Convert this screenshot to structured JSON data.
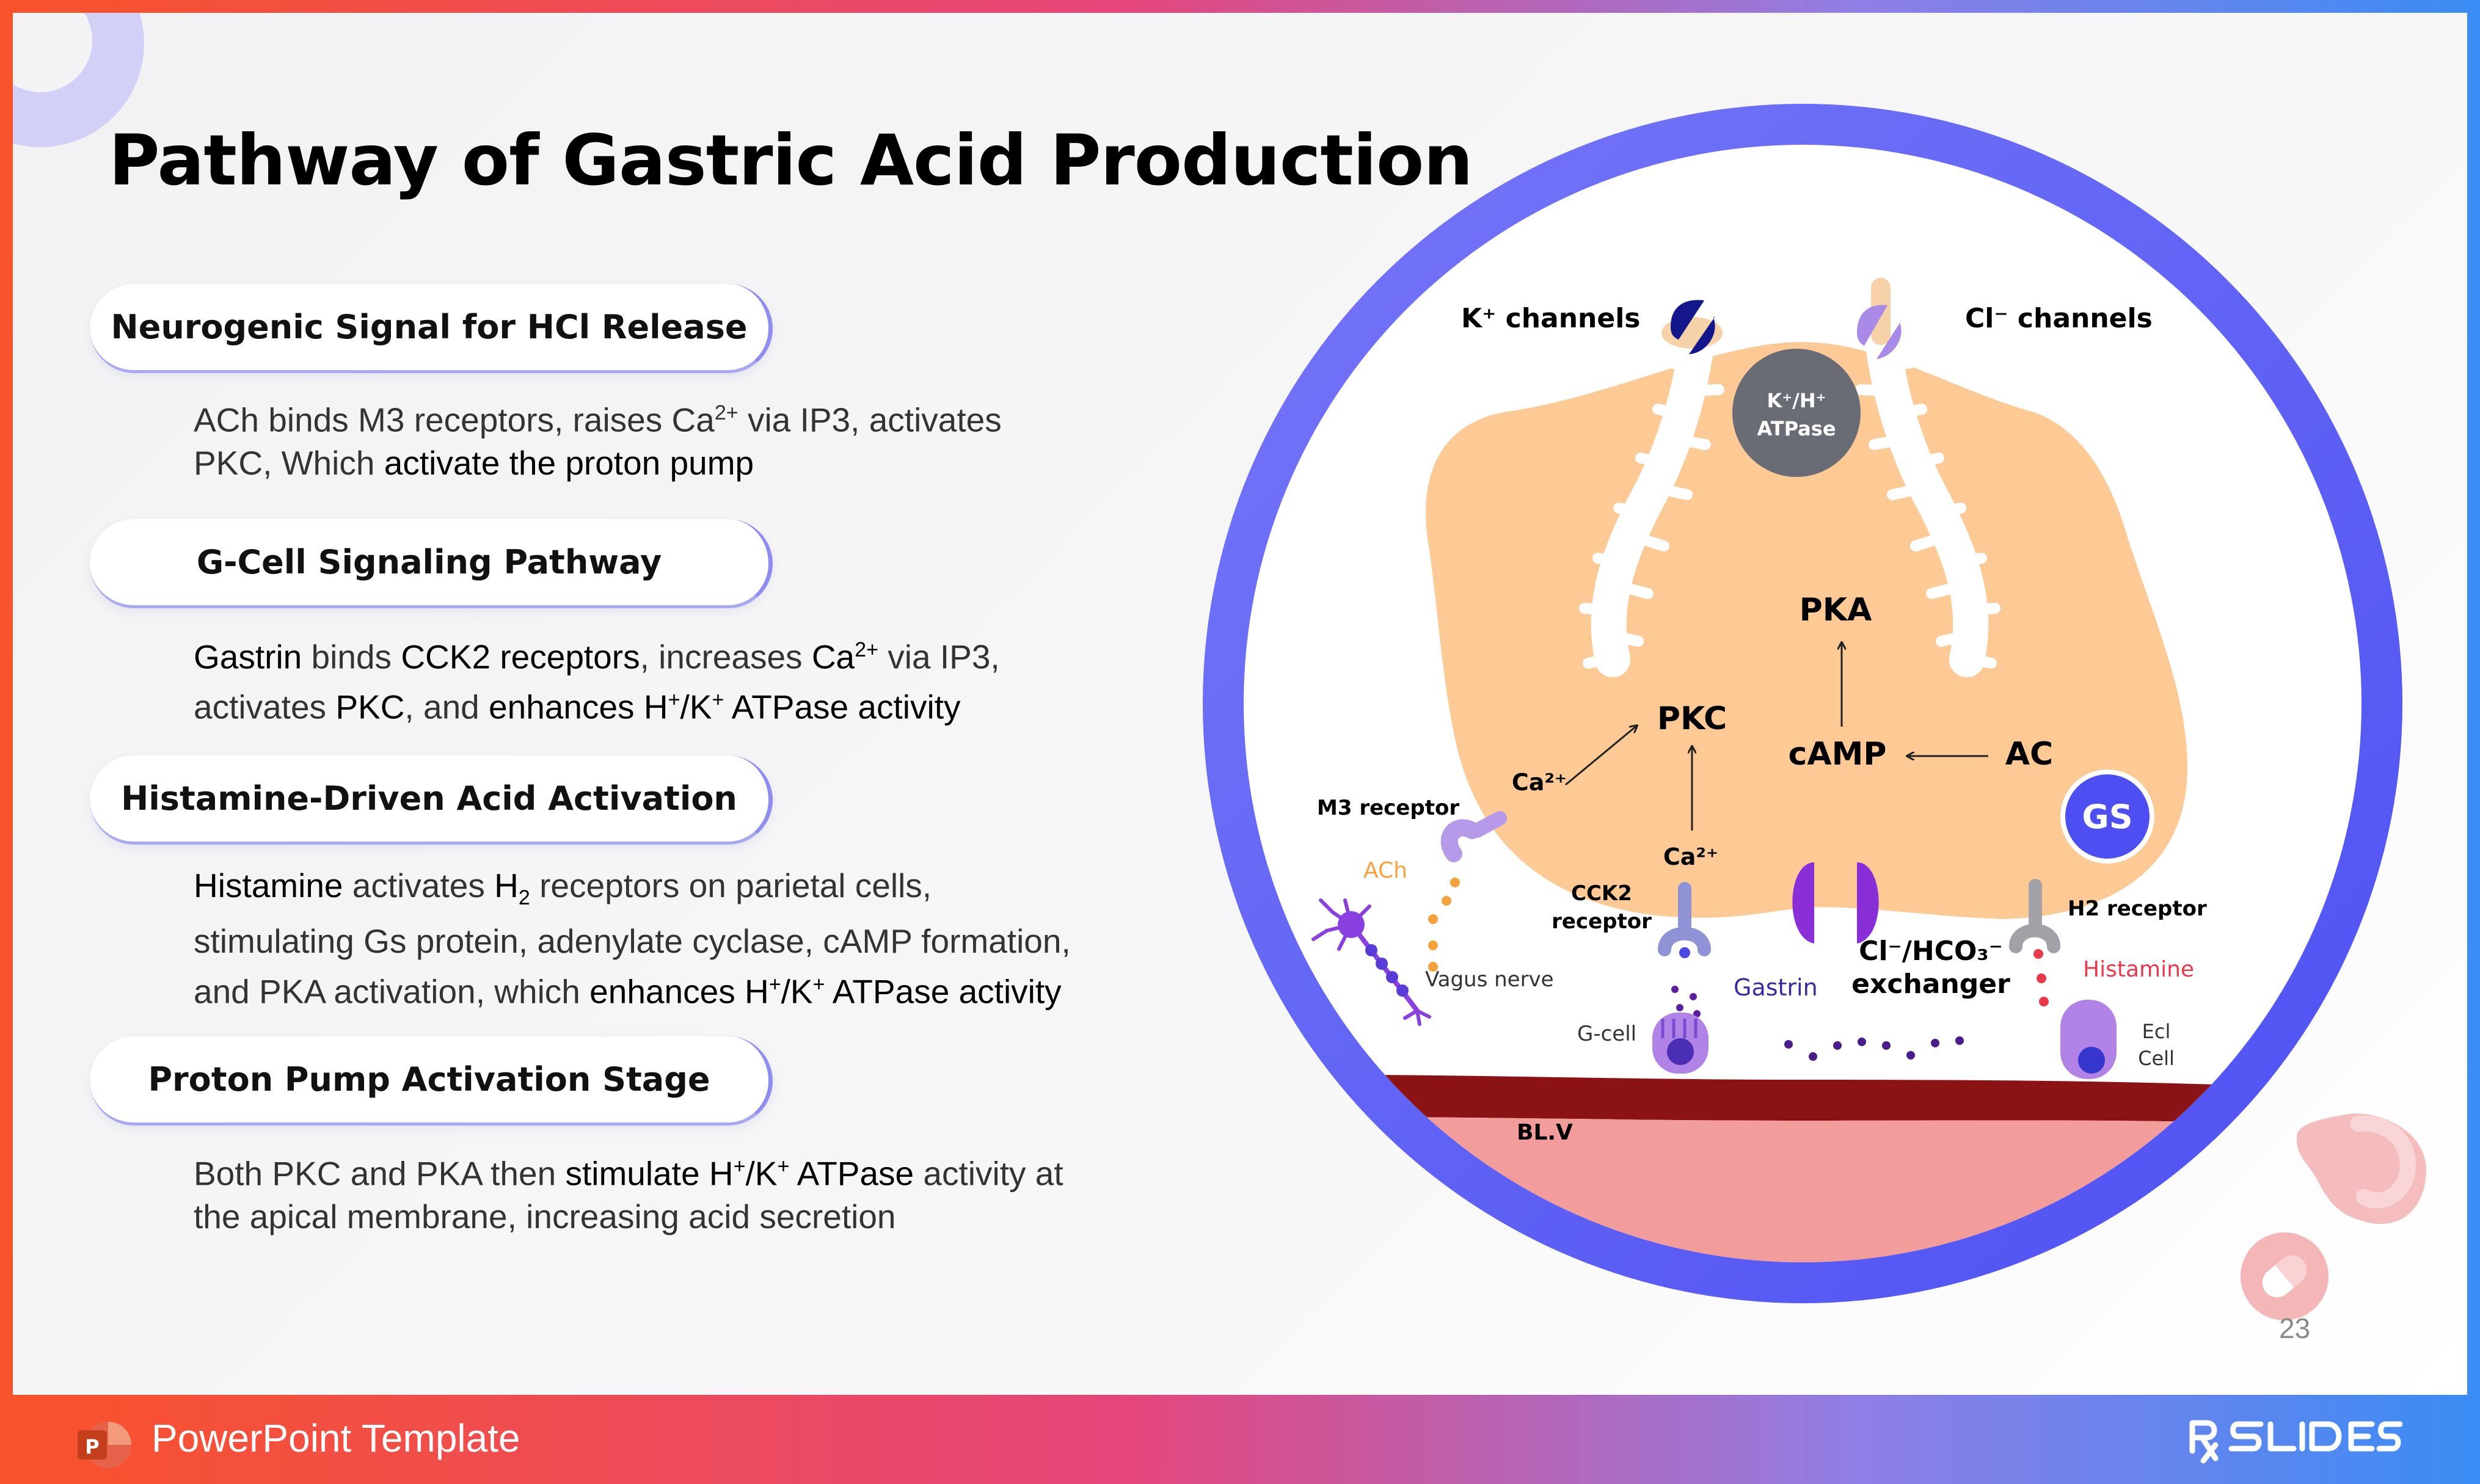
{
  "title": "Pathway of Gastric Acid Production",
  "sections": [
    {
      "heading": "Neurogenic Signal for HCl Release",
      "lines": [
        [
          {
            "t": "ACh binds M3 receptors, raises Ca"
          },
          {
            "t": "2+",
            "sup": true
          },
          {
            "t": " via IP3, activates"
          }
        ],
        [
          {
            "t": "PKC, Which "
          },
          {
            "t": "activate the proton pump",
            "em": true
          }
        ]
      ]
    },
    {
      "heading": "G-Cell Signaling Pathway",
      "lines": [
        [
          {
            "t": "Gastrin",
            "em": true
          },
          {
            "t": " binds "
          },
          {
            "t": "CCK2 receptors",
            "em": true
          },
          {
            "t": ", increases "
          },
          {
            "t": "Ca",
            "em": true
          },
          {
            "t": "2+",
            "sup": true,
            "em": true
          },
          {
            "t": " via IP3,"
          }
        ],
        [
          {
            "t": "activates "
          },
          {
            "t": "PKC",
            "em": true
          },
          {
            "t": ", and "
          },
          {
            "t": "enhances H",
            "em": true
          },
          {
            "t": "+",
            "sup": true,
            "em": true
          },
          {
            "t": "/K",
            "em": true
          },
          {
            "t": "+",
            "sup": true,
            "em": true
          },
          {
            "t": " ATPase activity",
            "em": true
          }
        ]
      ]
    },
    {
      "heading": "Histamine-Driven Acid Activation",
      "lines": [
        [
          {
            "t": "Histamine",
            "em": true
          },
          {
            "t": " activates "
          },
          {
            "t": "H",
            "em": true
          },
          {
            "t": "2",
            "sub": true,
            "em": true
          },
          {
            "t": " receptors on parietal cells,"
          }
        ],
        [
          {
            "t": "stimulating Gs protein, adenylate cyclase, cAMP formation,"
          }
        ],
        [
          {
            "t": "and PKA activation, which "
          },
          {
            "t": "enhances H",
            "em": true
          },
          {
            "t": "+",
            "sup": true,
            "em": true
          },
          {
            "t": "/K",
            "em": true
          },
          {
            "t": "+",
            "sup": true,
            "em": true
          },
          {
            "t": " ATPase activity",
            "em": true
          }
        ]
      ]
    },
    {
      "heading": "Proton Pump Activation Stage",
      "lines": [
        [
          {
            "t": "Both PKC and PKA then "
          },
          {
            "t": "stimulate H",
            "em": true
          },
          {
            "t": "+",
            "sup": true,
            "em": true
          },
          {
            "t": "/K",
            "em": true
          },
          {
            "t": "+",
            "sup": true,
            "em": true
          },
          {
            "t": " ATPase",
            "em": true
          },
          {
            "t": " activity at"
          }
        ],
        [
          {
            "t": "the apical membrane, increasing acid secretion"
          }
        ]
      ]
    }
  ],
  "diagram": {
    "k_channels": "K⁺ channels",
    "cl_channels": "Cl⁻ channels",
    "pump_line1": "K⁺/H⁺",
    "pump_line2": "ATPase",
    "pka": "PKA",
    "pkc": "PKC",
    "camp": "cAMP",
    "ac": "AC",
    "gs": "GS",
    "ca_left": "Ca²⁺",
    "ca_center": "Ca²⁺",
    "m3_receptor": "M3 receptor",
    "ach": "ACh",
    "vagus_nerve": "Vagus nerve",
    "cck2_line1": "CCK2",
    "cck2_line2": "receptor",
    "g_cell": "G-cell",
    "gastrin": "Gastrin",
    "exchanger_line1": "Cl⁻/HCO₃⁻",
    "exchanger_line2": "exchanger",
    "h2_receptor": "H2 receptor",
    "histamine": "Histamine",
    "ecl_line1": "Ecl",
    "ecl_line2": "Cell",
    "blood_vessel": "BL.V"
  },
  "page_number": "23",
  "footer": {
    "text": "PowerPoint Template",
    "brand": "RxSLIDES",
    "app_icon": "powerpoint-icon"
  },
  "colors": {
    "frame_gradient": [
      "#f8532a",
      "#e6457a",
      "#8f7ee6",
      "#3a8cf5"
    ],
    "circle_ring": "#5b5cf5",
    "cell_body": "#fdca96",
    "blood_vessel": "#8b1316",
    "tissue": "#f29c9c",
    "accent_orange": "#f6a23c",
    "histamine_red": "#e83a4c"
  }
}
